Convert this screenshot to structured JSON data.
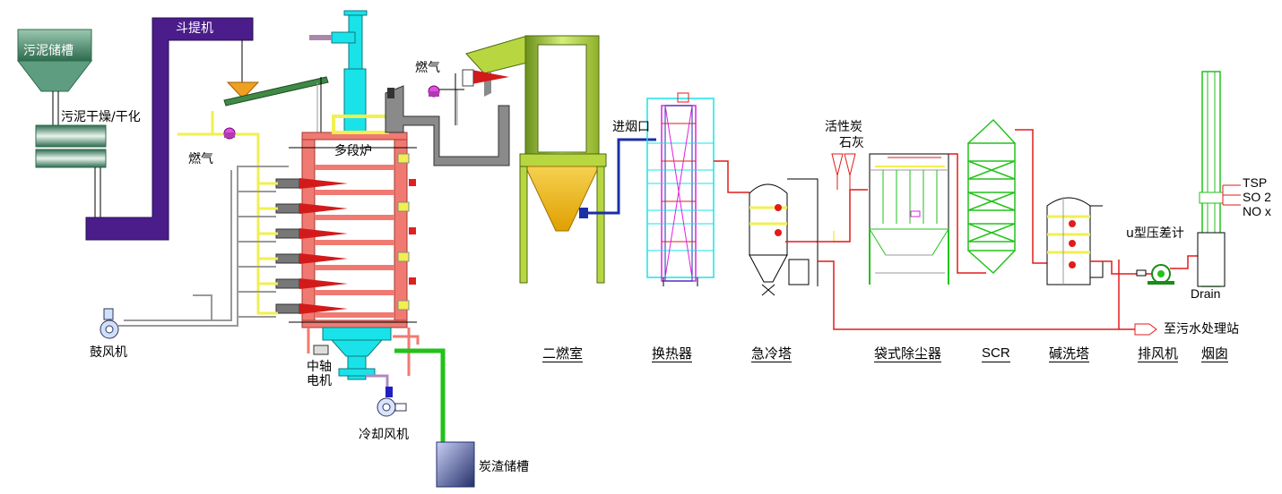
{
  "labels": {
    "sludge_tank": "污泥储槽",
    "bucket_elevator": "斗提机",
    "sludge_drying": "污泥干燥/干化",
    "gas_left": "燃气",
    "gas_top": "燃气",
    "multi_hearth": "多段炉",
    "flue_inlet": "进烟口",
    "activated_carbon": "活性炭",
    "lime": "石灰",
    "pressure_gauge": "u型压差计",
    "blower": "鼓风机",
    "shaft_motor": "中轴\n电机",
    "cooling_fan": "冷却风机",
    "ash_tank": "炭渣储槽",
    "wastewater": "至污水处理站",
    "drain": "Drain"
  },
  "emissions": [
    "TSP",
    "SO 2",
    "NO x"
  ],
  "stages": [
    "二燃室",
    "换热器",
    "急冷塔",
    "袋式除尘器",
    "SCR",
    "碱洗塔",
    "排风机",
    "烟囱"
  ],
  "colors": {
    "conveyor_purple": "#4a1d8a",
    "shaft_cyan": "#19e3e8",
    "furnace_red": "#f07a72",
    "gas_yellow": "#f2ef50",
    "chamber_green": "#b8d640",
    "flue_grey": "#8a8a8a",
    "ash_green": "#22c21a",
    "line_red": "#e21b1b",
    "tank_green": "#2e6b4e"
  }
}
